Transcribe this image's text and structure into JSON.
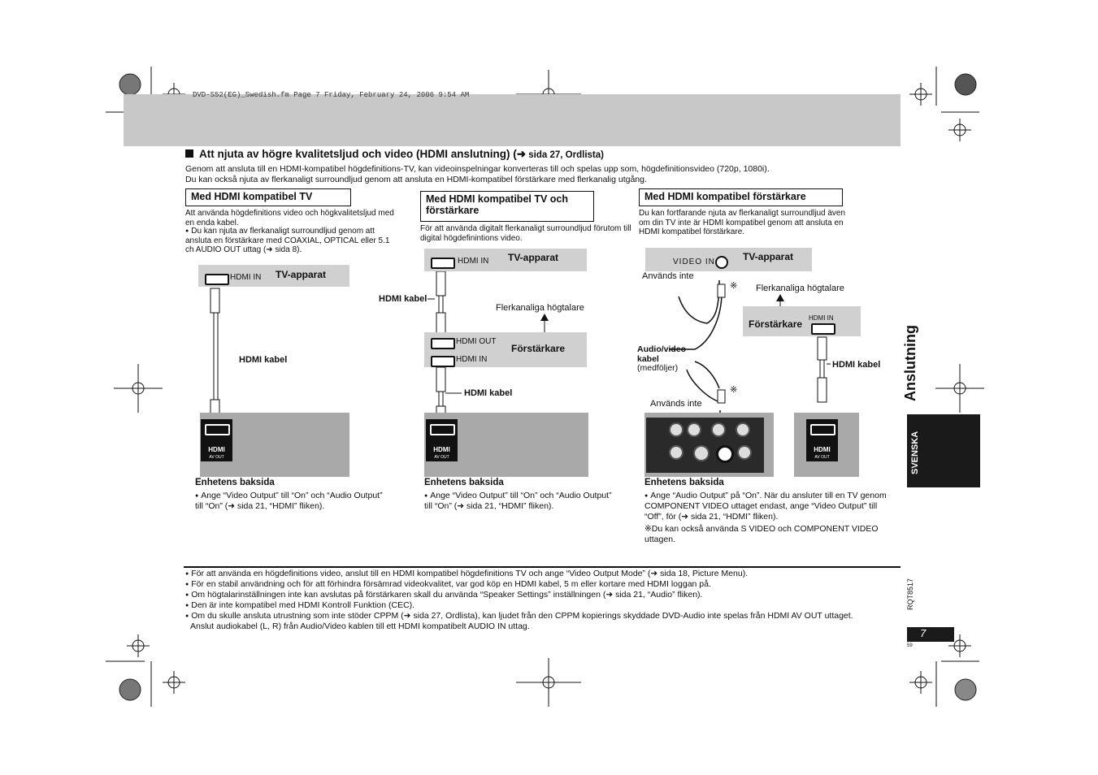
{
  "file_header": "DVD-S52(EG)_Swedish.fm  Page 7  Friday, February 24, 2006  9:54 AM",
  "title": {
    "main": "Att njuta av högre kvalitetsljud och video (HDMI anslutning) (",
    "arrow": "➜",
    "ref": " sida 27, Ordlista)"
  },
  "intro": [
    "Genom att ansluta till en HDMI-kompatibel högdefinitions-TV, kan videoinspelningar konverteras till och spelas upp som, högdefinitionsvideo (720p, 1080i).",
    "Du kan också njuta av flerkanaligt surroundljud genom att ansluta en HDMI-kompatibel förstärkare med flerkanalig utgång."
  ],
  "col1": {
    "heading": "Med HDMI kompatibel TV",
    "desc1": "Att använda högdefinitions video och högkvalitetsljud med en enda kabel.",
    "desc2": "Du kan njuta av flerkanaligt surroundljud genom att ansluta en förstärkare med COAXIAL, OPTICAL eller 5.1 ch AUDIO OUT uttag (➜ sida 8).",
    "tv_port": "HDMI IN",
    "tv_label": "TV-apparat",
    "cable": "HDMI kabel",
    "unit_logo": "HDMI",
    "unit_port": "AV OUT",
    "unit_label": "Enhetens baksida",
    "note": "Ange “Video Output” till “On” och “Audio Output” till “On” (➜ sida 21, “HDMI” fliken)."
  },
  "col2": {
    "heading": "Med HDMI kompatibel TV och förstärkare",
    "desc": "För att använda digitalt flerkanaligt surroundljud förutom till digital högdefinintions video.",
    "tv_port": "HDMI IN",
    "tv_label": "TV-apparat",
    "cable_top": "HDMI kabel",
    "speakers": "Flerkanaliga högtalare",
    "amp_out": "HDMI OUT",
    "amp_in": "HDMI IN",
    "amp_label": "Förstärkare",
    "cable_bottom": "HDMI kabel",
    "unit_logo": "HDMI",
    "unit_port": "AV OUT",
    "unit_label": "Enhetens baksida",
    "note": "Ange “Video Output” till “On” och “Audio Output” till “On” (➜ sida 21, “HDMI” fliken)."
  },
  "col3": {
    "heading": "Med HDMI kompatibel förstärkare",
    "desc": "Du kan fortfarande njuta av flerkanaligt surroundljud även om din TV inte är HDMI kompatibel genom att ansluta en HDMI kompatibel förstärkare.",
    "tv_port": "VIDEO IN",
    "tv_label": "TV-apparat",
    "unused_top": "Används inte",
    "speakers": "Flerkanaliga högtalare",
    "amp_label": "Förstärkare",
    "amp_port": "HDMI IN",
    "av_cable_1": "Audio/video",
    "av_cable_2": "kabel",
    "av_cable_3": "(medföljer)",
    "hdmi_cable": "HDMI kabel",
    "unused_bottom": "Används inte",
    "asterisk": "※",
    "unit_logo": "HDMI",
    "unit_port": "AV OUT",
    "unit_label": "Enhetens baksida",
    "note": "Ange “Audio Output” på “On”. När du ansluter till en TV genom COMPONENT VIDEO uttaget endast, ange “Video Output” till “Off”, för (➜ sida 21, “HDMI” fliken).",
    "footnote": "※Du kan också använda S VIDEO och COMPONENT VIDEO uttagen."
  },
  "footer": [
    "För att använda en högdefinitions video, anslut till en HDMI kompatibel högdefinitions TV och ange “Video Output Mode” (➜ sida 18, Picture Menu).",
    "För en stabil användning och för att förhindra försämrad videokvalitet, var god köp en HDMI kabel, 5 m eller kortare med HDMI loggan på.",
    "Om högtalarinställningen inte kan avslutas på förstärkaren skall du använda “Speaker Settings” inställningen (➜ sida 21, “Audio” fliken).",
    "Den är inte kompatibel med HDMI Kontroll Funktion (CEC).",
    "Om du skulle ansluta utrustning som inte stöder CPPM (➜ sida 27, Ordlista), kan ljudet från den CPPM kopierings skyddade DVD-Audio inte spelas från HDMI AV OUT uttaget.",
    "Anslut audiokabel (L, R) från Audio/Video kablen till ett HDMI kompatibelt AUDIO IN uttag."
  ],
  "side": {
    "section": "Anslutning",
    "language": "SVENSKA",
    "doc_code": "RQT8517",
    "page_number": "7",
    "sub_number": "59"
  }
}
